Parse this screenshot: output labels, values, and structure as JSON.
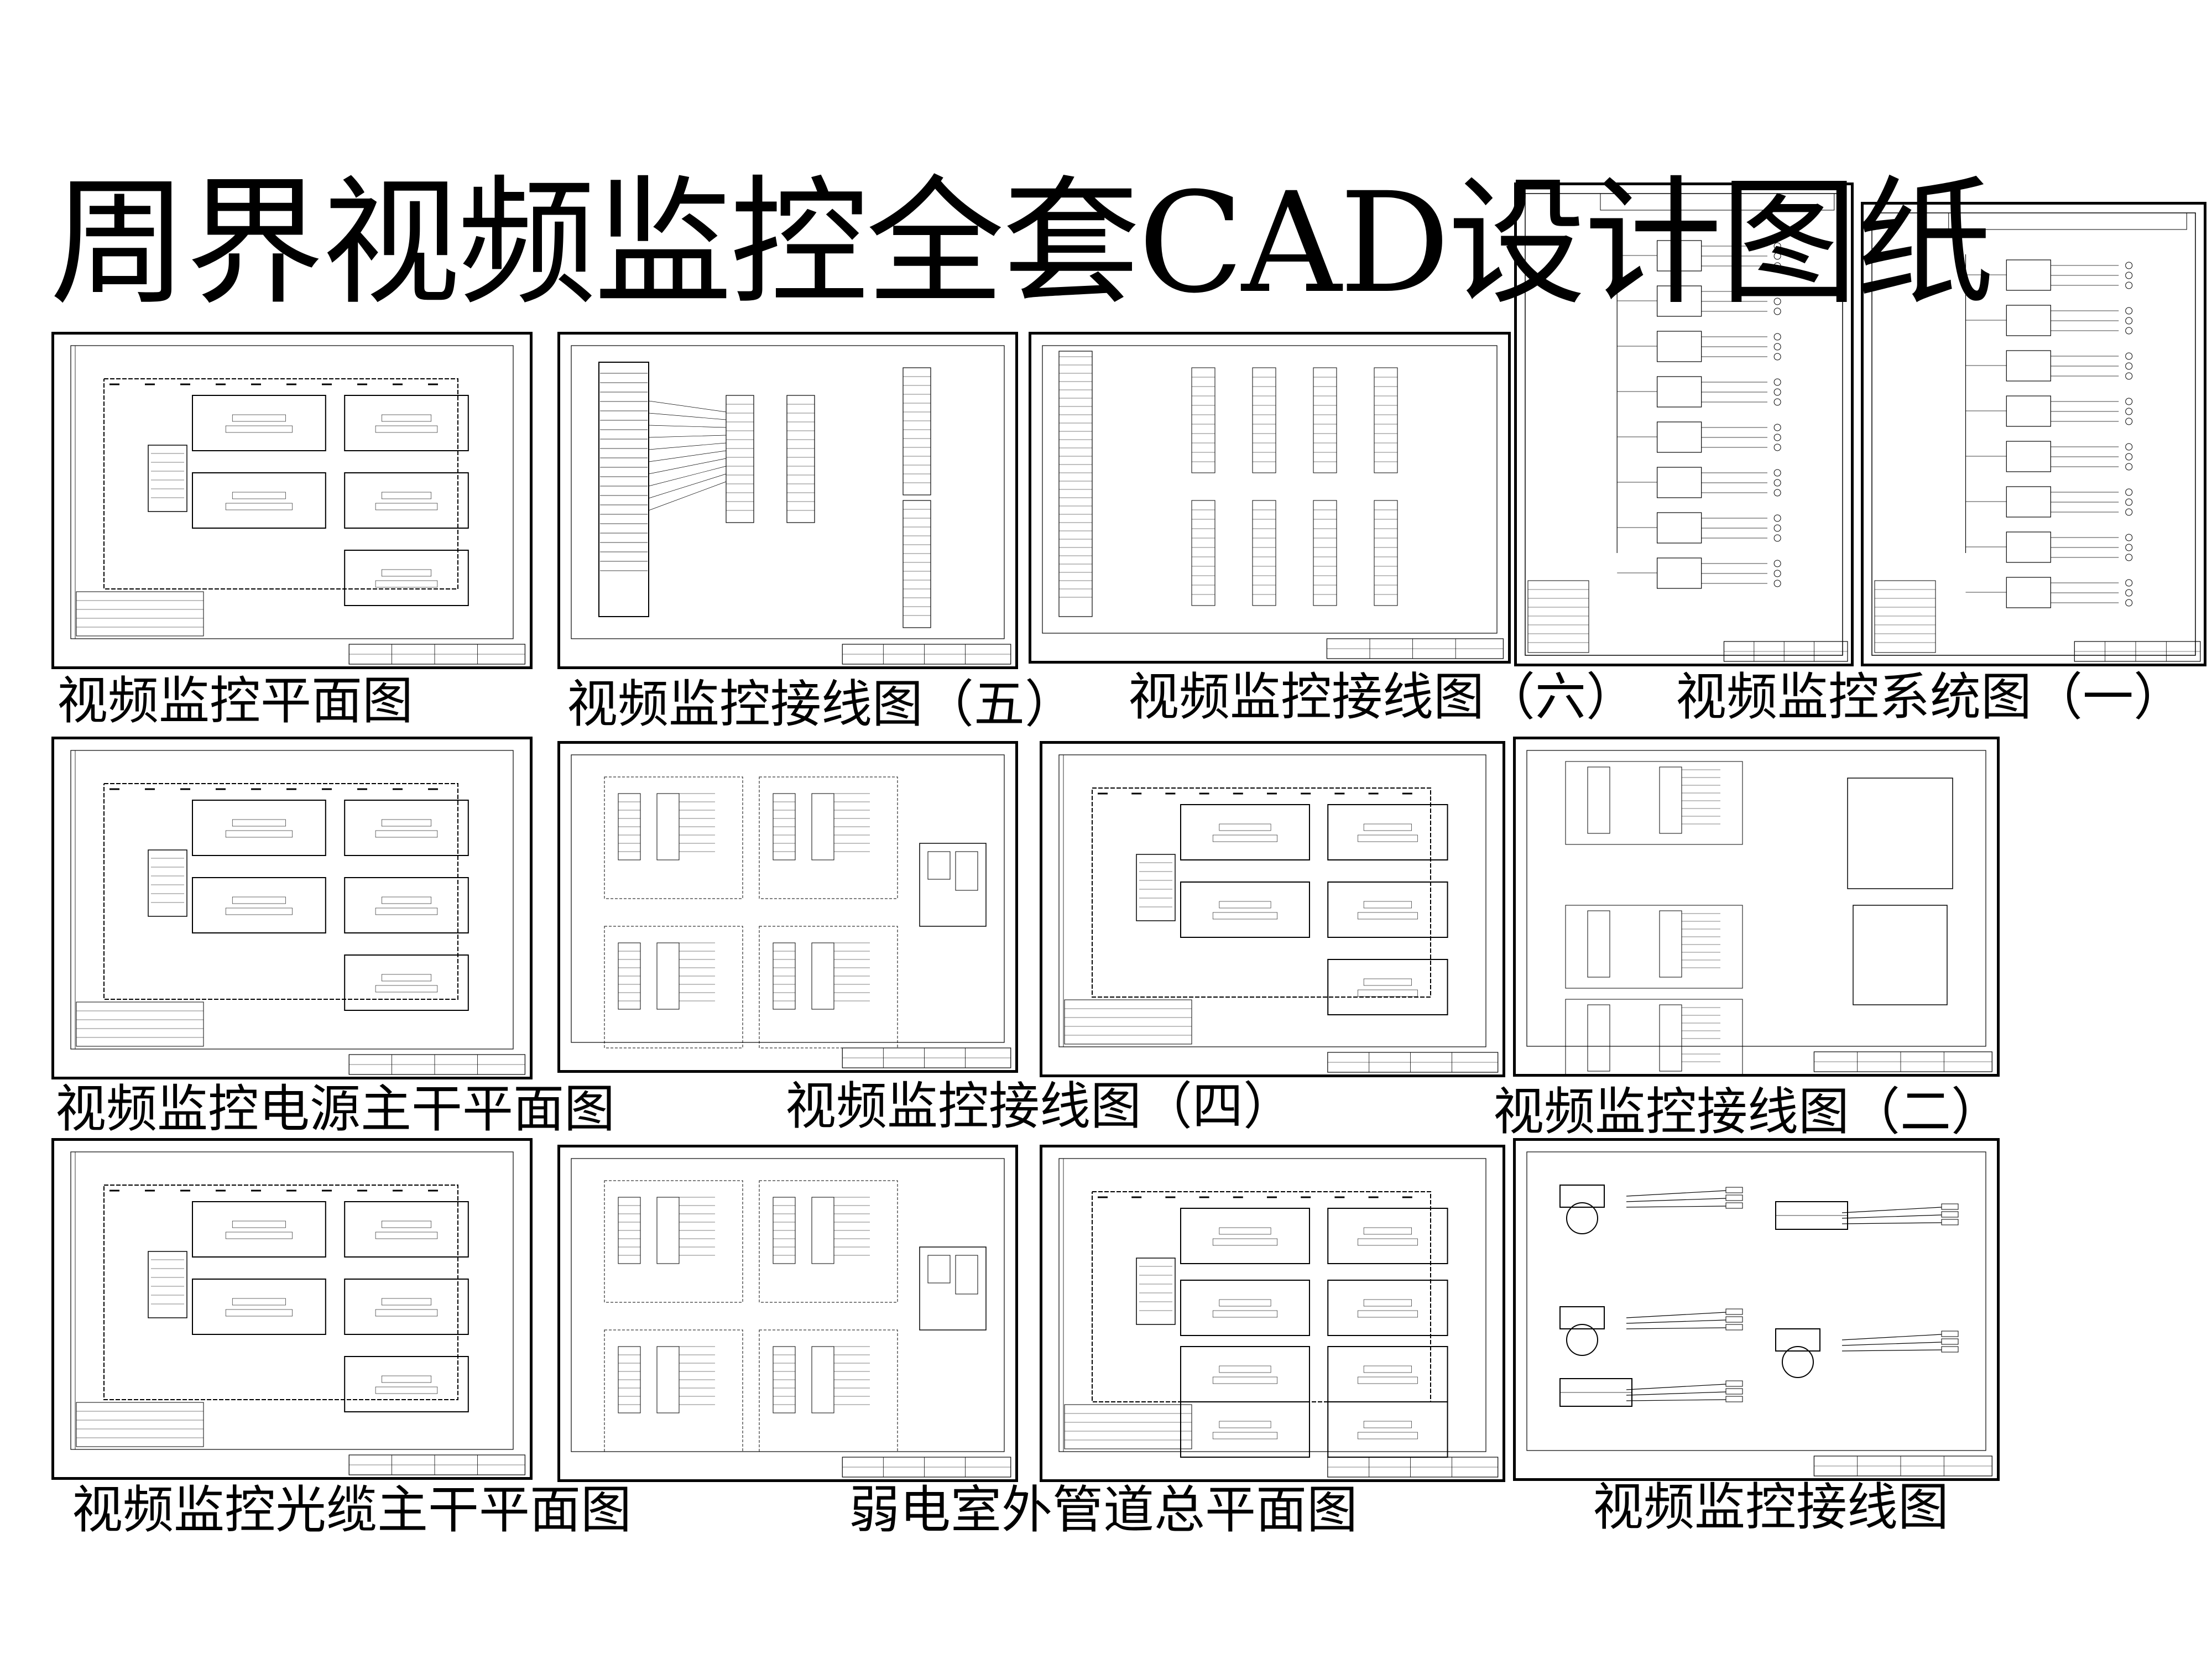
{
  "title": "周界视频监控全套CAD设计图纸",
  "sheets": [
    {
      "id": "s1",
      "kind": "plan",
      "caption": "视频监控平面图"
    },
    {
      "id": "s2",
      "kind": "wiring",
      "caption": "视频监控接线图（五）"
    },
    {
      "id": "s3",
      "kind": "terminal",
      "caption": "视频监控接线图（六）"
    },
    {
      "id": "s4",
      "kind": "system",
      "caption": "视频监控系统图（一）"
    },
    {
      "id": "s5",
      "kind": "system",
      "caption": ""
    },
    {
      "id": "s6",
      "kind": "plan",
      "caption": "视频监控电源主干平面图"
    },
    {
      "id": "s7",
      "kind": "boxes",
      "caption": "视频监控接线图（四）"
    },
    {
      "id": "s8",
      "kind": "plan",
      "caption": ""
    },
    {
      "id": "s9",
      "kind": "boxes2",
      "caption": "视频监控接线图（二）"
    },
    {
      "id": "s10",
      "kind": "plan",
      "caption": "视频监控光缆主干平面图"
    },
    {
      "id": "s11",
      "kind": "boxes",
      "caption": "弱电室外管道总平面图"
    },
    {
      "id": "s12",
      "kind": "plan2",
      "caption": ""
    },
    {
      "id": "s13",
      "kind": "cameras",
      "caption": "视频监控接线图"
    }
  ]
}
